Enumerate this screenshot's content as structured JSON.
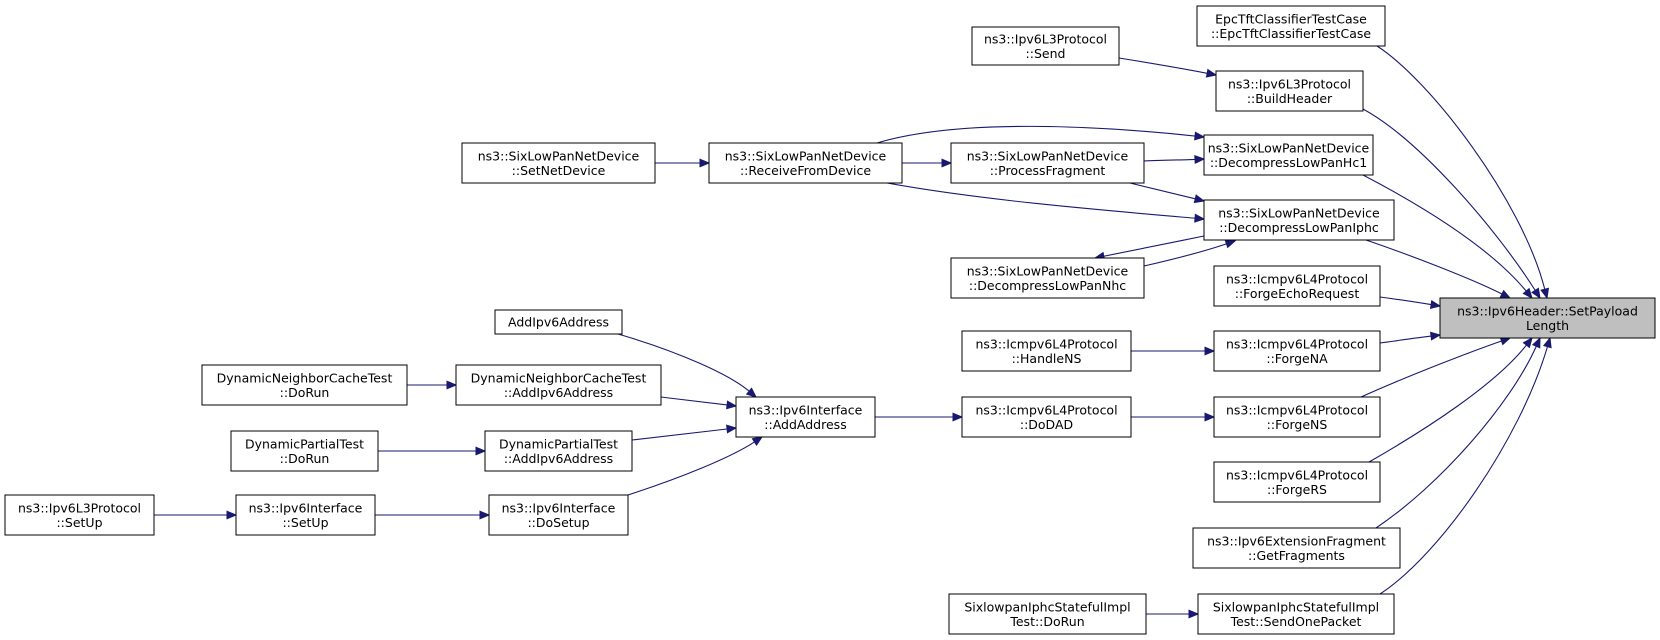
{
  "diagram": {
    "colors": {
      "edge": "#191970",
      "focus_fill": "#bfbfbf",
      "node_fill": "#ffffff",
      "node_border": "#000000"
    },
    "nodes": [
      {
        "id": "setpayload",
        "lines": [
          "ns3::Ipv6Header::SetPayload",
          "Length"
        ],
        "focus": true
      },
      {
        "id": "epc",
        "lines": [
          "EpcTftClassifierTestCase",
          "::EpcTftClassifierTestCase"
        ]
      },
      {
        "id": "send",
        "lines": [
          "ns3::Ipv6L3Protocol",
          "::Send"
        ]
      },
      {
        "id": "buildheader",
        "lines": [
          "ns3::Ipv6L3Protocol",
          "::BuildHeader"
        ]
      },
      {
        "id": "hc1",
        "lines": [
          "ns3::SixLowPanNetDevice",
          "::DecompressLowPanHc1"
        ]
      },
      {
        "id": "setnetdevice",
        "lines": [
          "ns3::SixLowPanNetDevice",
          "::SetNetDevice"
        ]
      },
      {
        "id": "receivefromdevice",
        "lines": [
          "ns3::SixLowPanNetDevice",
          "::ReceiveFromDevice"
        ]
      },
      {
        "id": "processfragment",
        "lines": [
          "ns3::SixLowPanNetDevice",
          "::ProcessFragment"
        ]
      },
      {
        "id": "iphc",
        "lines": [
          "ns3::SixLowPanNetDevice",
          "::DecompressLowPanIphc"
        ]
      },
      {
        "id": "nhc",
        "lines": [
          "ns3::SixLowPanNetDevice",
          "::DecompressLowPanNhc"
        ]
      },
      {
        "id": "echo",
        "lines": [
          "ns3::Icmpv6L4Protocol",
          "::ForgeEchoRequest"
        ]
      },
      {
        "id": "handlens",
        "lines": [
          "ns3::Icmpv6L4Protocol",
          "::HandleNS"
        ]
      },
      {
        "id": "forgena",
        "lines": [
          "ns3::Icmpv6L4Protocol",
          "::ForgeNA"
        ]
      },
      {
        "id": "addipv6",
        "lines": [
          "AddIpv6Address"
        ]
      },
      {
        "id": "dnctdorun",
        "lines": [
          "DynamicNeighborCacheTest",
          "::DoRun"
        ]
      },
      {
        "id": "dnctadd",
        "lines": [
          "DynamicNeighborCacheTest",
          "::AddIpv6Address"
        ]
      },
      {
        "id": "addaddress",
        "lines": [
          "ns3::Ipv6Interface",
          "::AddAddress"
        ]
      },
      {
        "id": "dodad",
        "lines": [
          "ns3::Icmpv6L4Protocol",
          "::DoDAD"
        ]
      },
      {
        "id": "forgens",
        "lines": [
          "ns3::Icmpv6L4Protocol",
          "::ForgeNS"
        ]
      },
      {
        "id": "dptdorun",
        "lines": [
          "DynamicPartialTest",
          "::DoRun"
        ]
      },
      {
        "id": "dptadd",
        "lines": [
          "DynamicPartialTest",
          "::AddIpv6Address"
        ]
      },
      {
        "id": "forgers",
        "lines": [
          "ns3::Icmpv6L4Protocol",
          "::ForgeRS"
        ]
      },
      {
        "id": "l3setup",
        "lines": [
          "ns3::Ipv6L3Protocol",
          "::SetUp"
        ]
      },
      {
        "id": "ifsetup",
        "lines": [
          "ns3::Ipv6Interface",
          "::SetUp"
        ]
      },
      {
        "id": "dosetup",
        "lines": [
          "ns3::Ipv6Interface",
          "::DoSetup"
        ]
      },
      {
        "id": "getfragments",
        "lines": [
          "ns3::Ipv6ExtensionFragment",
          "::GetFragments"
        ]
      },
      {
        "id": "siximpldorun",
        "lines": [
          "SixlowpanIphcStatefulImpl",
          "Test::DoRun"
        ]
      },
      {
        "id": "siximplsend",
        "lines": [
          "SixlowpanIphcStatefulImpl",
          "Test::SendOnePacket"
        ]
      }
    ],
    "edges": [
      {
        "from": "epc",
        "to": "setpayload"
      },
      {
        "from": "buildheader",
        "to": "setpayload"
      },
      {
        "from": "hc1",
        "to": "setpayload"
      },
      {
        "from": "iphc",
        "to": "setpayload"
      },
      {
        "from": "echo",
        "to": "setpayload"
      },
      {
        "from": "forgena",
        "to": "setpayload"
      },
      {
        "from": "forgens",
        "to": "setpayload"
      },
      {
        "from": "forgers",
        "to": "setpayload"
      },
      {
        "from": "getfragments",
        "to": "setpayload"
      },
      {
        "from": "siximplsend",
        "to": "setpayload"
      },
      {
        "from": "send",
        "to": "buildheader"
      },
      {
        "from": "receivefromdevice",
        "to": "hc1"
      },
      {
        "from": "processfragment",
        "to": "hc1"
      },
      {
        "from": "setnetdevice",
        "to": "receivefromdevice"
      },
      {
        "from": "receivefromdevice",
        "to": "processfragment"
      },
      {
        "from": "receivefromdevice",
        "to": "iphc"
      },
      {
        "from": "processfragment",
        "to": "iphc"
      },
      {
        "from": "nhc",
        "to": "iphc"
      },
      {
        "from": "iphc",
        "to": "nhc"
      },
      {
        "from": "handlens",
        "to": "forgena"
      },
      {
        "from": "dodad",
        "to": "forgens"
      },
      {
        "from": "addaddress",
        "to": "dodad"
      },
      {
        "from": "addipv6",
        "to": "addaddress"
      },
      {
        "from": "dnctadd",
        "to": "addaddress"
      },
      {
        "from": "dptadd",
        "to": "addaddress"
      },
      {
        "from": "dosetup",
        "to": "addaddress"
      },
      {
        "from": "dnctdorun",
        "to": "dnctadd"
      },
      {
        "from": "dptdorun",
        "to": "dptadd"
      },
      {
        "from": "ifsetup",
        "to": "dosetup"
      },
      {
        "from": "l3setup",
        "to": "ifsetup"
      },
      {
        "from": "siximpldorun",
        "to": "siximplsend"
      }
    ]
  }
}
